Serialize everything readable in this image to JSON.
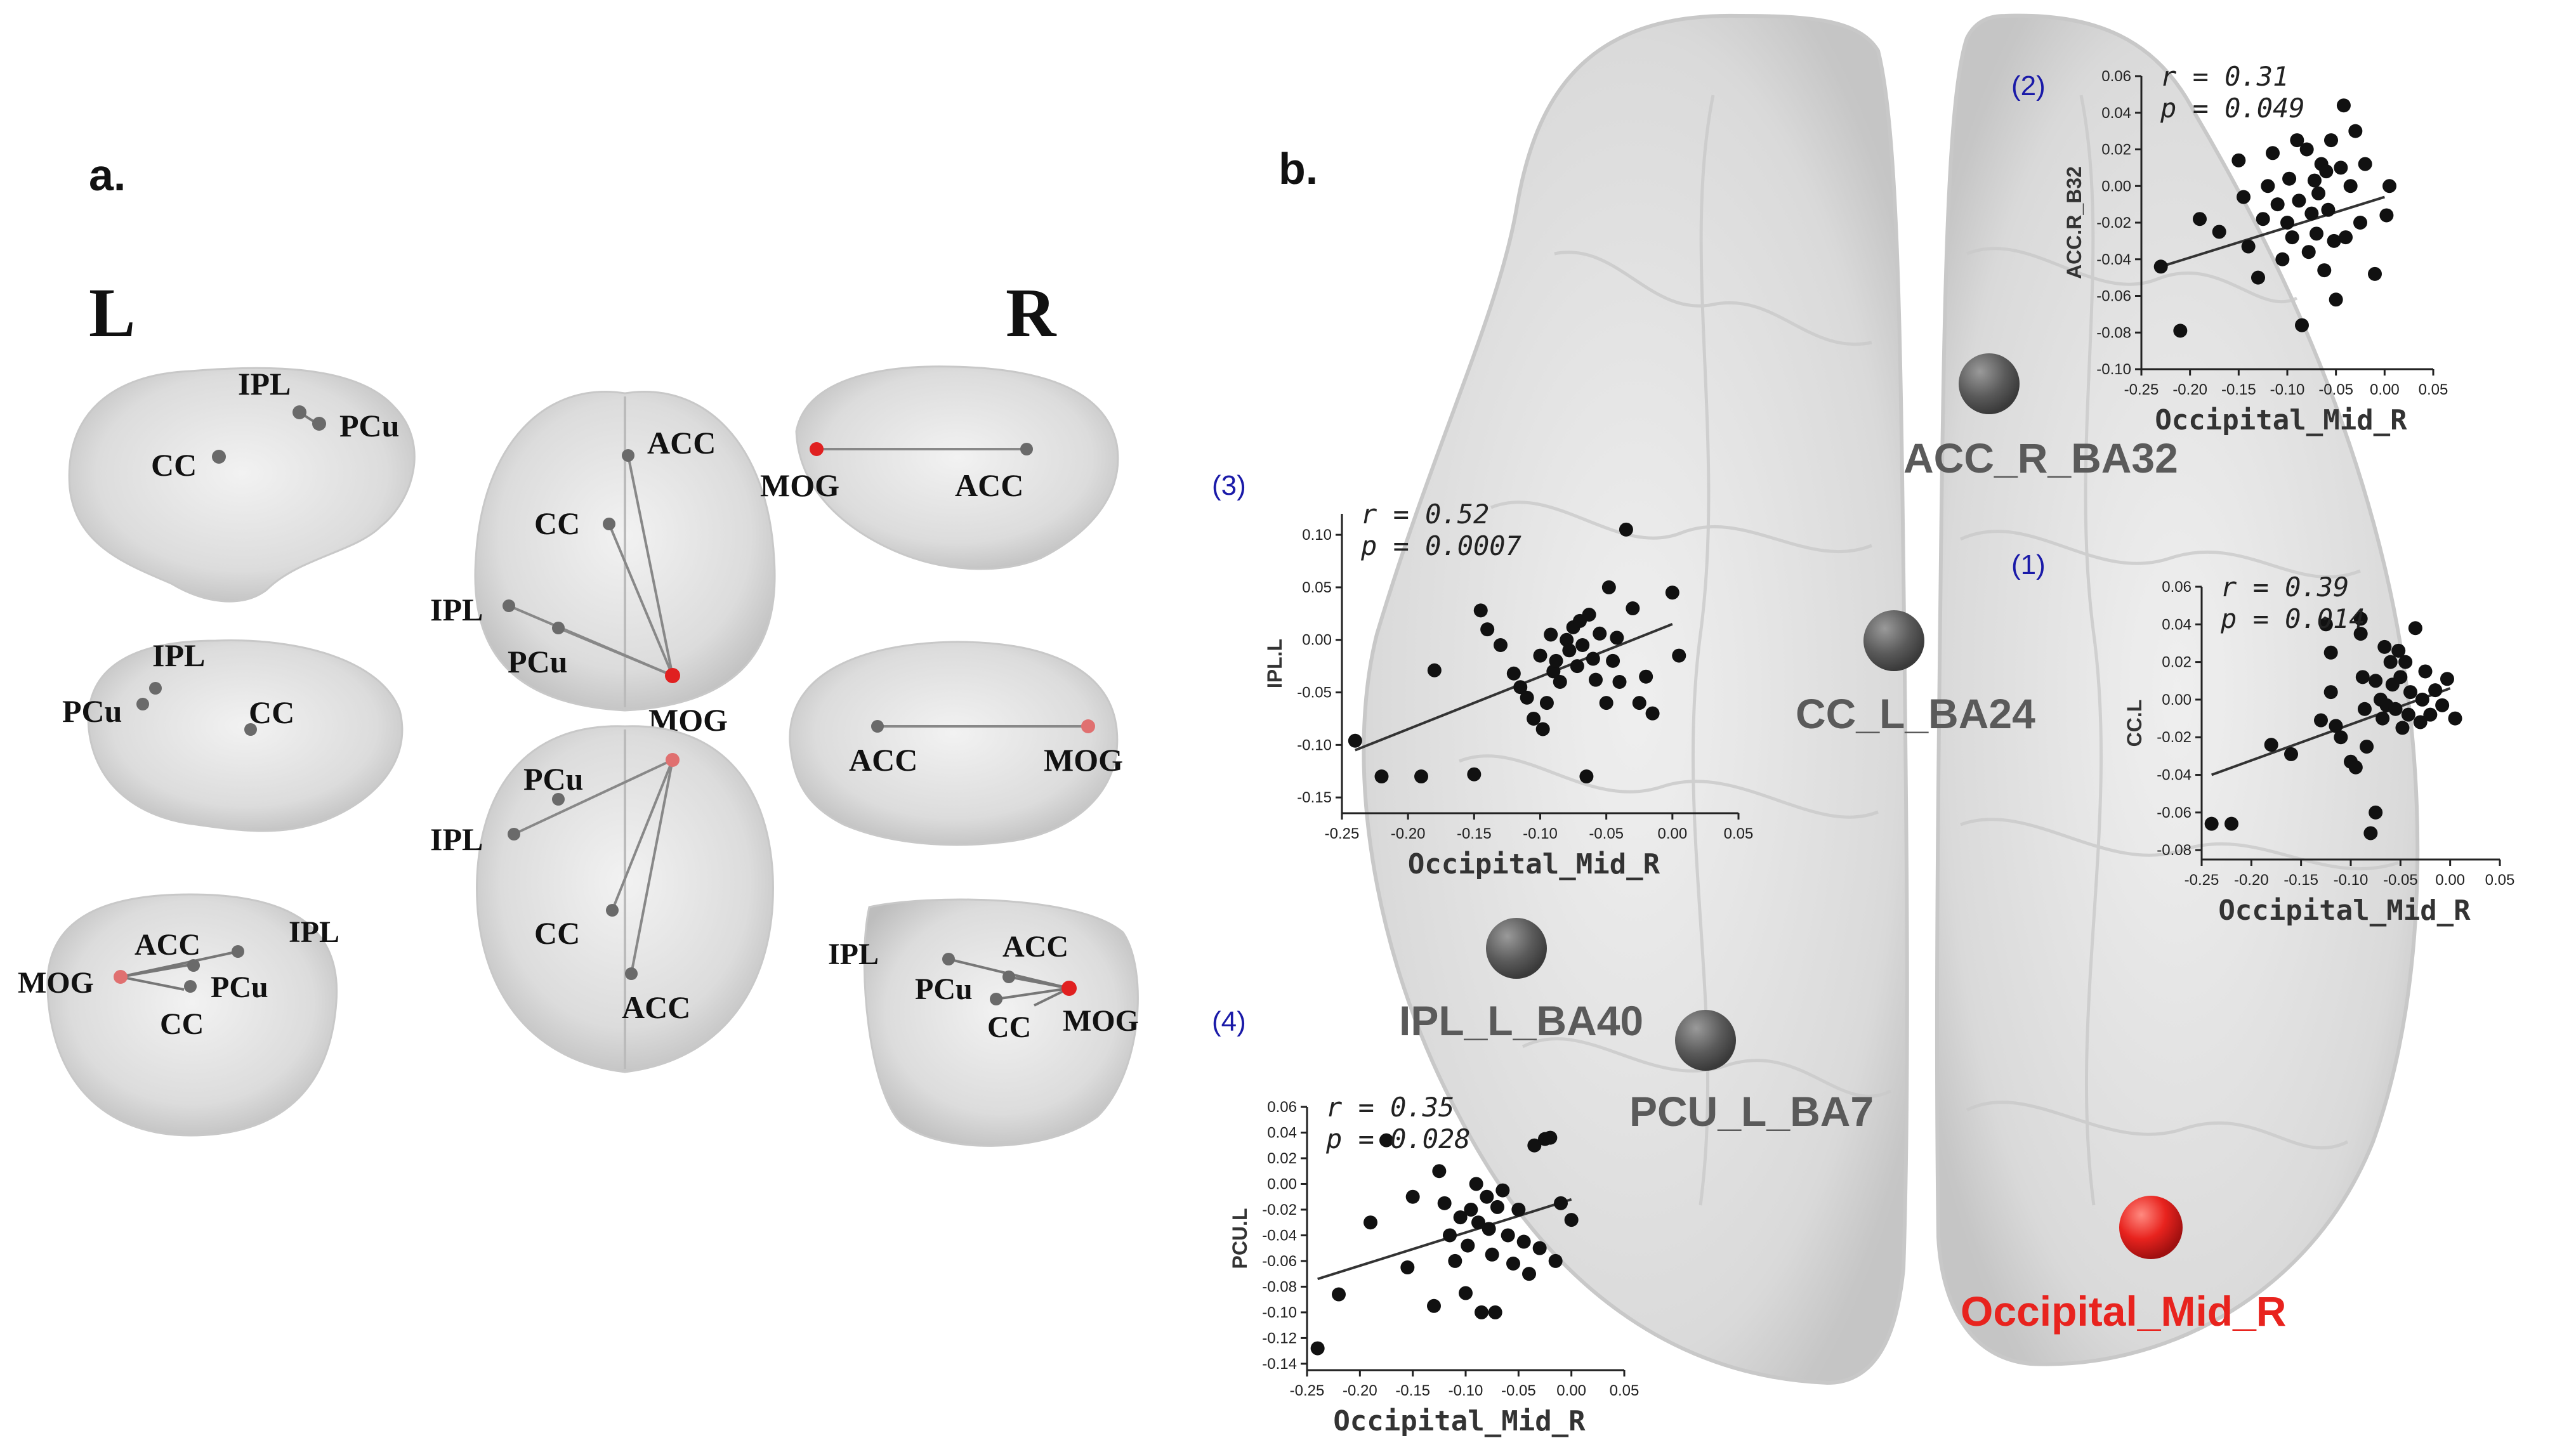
{
  "panel_a": {
    "label": "a.",
    "side_left": "L",
    "side_right": "R",
    "views": {
      "left_lateral": {
        "nodes": [
          "IPL",
          "PCu",
          "CC"
        ]
      },
      "left_medial": {
        "nodes": [
          "IPL",
          "PCu",
          "CC"
        ]
      },
      "posterior_left": {
        "nodes": [
          "ACC",
          "IPL",
          "MOG",
          "PCu",
          "CC"
        ]
      },
      "axial_top": {
        "nodes": [
          "ACC",
          "CC",
          "IPL",
          "PCu",
          "MOG"
        ]
      },
      "axial_bottom": {
        "nodes": [
          "PCu",
          "IPL",
          "CC",
          "ACC"
        ]
      },
      "right_lateral": {
        "nodes": [
          "MOG",
          "ACC"
        ]
      },
      "right_medial": {
        "nodes": [
          "ACC",
          "MOG"
        ]
      },
      "posterior_right": {
        "nodes": [
          "IPL",
          "ACC",
          "PCu",
          "CC",
          "MOG"
        ]
      }
    }
  },
  "panel_b": {
    "label": "b.",
    "regions": {
      "acc": "ACC_R_BA32",
      "cc": "CC_L_BA24",
      "ipl": "IPL_L_BA40",
      "pcu": "PCU_L_BA7",
      "mog": "Occipital_Mid_R"
    },
    "colors": {
      "region_gray": "#5a5a5a",
      "mog_red": "#e8231e",
      "index_blue": "#1a1aa8"
    }
  },
  "chart_data": [
    {
      "type": "scatter",
      "index": "(1)",
      "stats_r": "r = 0.39",
      "stats_p": "p = 0.014",
      "xlabel": "Occipital_Mid_R",
      "ylabel": "CC.L",
      "xlim": [
        -0.25,
        0.05
      ],
      "ylim": [
        -0.085,
        0.06
      ],
      "xticks": [
        "-0.25",
        "-0.20",
        "-0.15",
        "-0.10",
        "-0.05",
        "0.00",
        "0.05"
      ],
      "xtick_values": [
        -0.25,
        -0.2,
        -0.15,
        -0.1,
        -0.05,
        0.0,
        0.05
      ],
      "yticks": [
        "0.06",
        "0.04",
        "0.02",
        "0.00",
        "-0.02",
        "-0.04",
        "-0.06",
        "-0.08"
      ],
      "ytick_values": [
        0.06,
        0.04,
        0.02,
        0.0,
        -0.02,
        -0.04,
        -0.06,
        -0.08
      ],
      "fit": {
        "x": [
          -0.24,
          0.0
        ],
        "y": [
          -0.04,
          0.006
        ]
      },
      "points": [
        [
          -0.24,
          -0.066
        ],
        [
          -0.22,
          -0.066
        ],
        [
          -0.18,
          -0.024
        ],
        [
          -0.16,
          -0.029
        ],
        [
          -0.13,
          -0.011
        ],
        [
          -0.125,
          0.04
        ],
        [
          -0.12,
          0.025
        ],
        [
          -0.12,
          0.004
        ],
        [
          -0.115,
          -0.014
        ],
        [
          -0.11,
          -0.02
        ],
        [
          -0.1,
          -0.033
        ],
        [
          -0.095,
          -0.036
        ],
        [
          -0.09,
          0.043
        ],
        [
          -0.09,
          0.035
        ],
        [
          -0.088,
          0.012
        ],
        [
          -0.086,
          -0.005
        ],
        [
          -0.084,
          -0.025
        ],
        [
          -0.08,
          -0.071
        ],
        [
          -0.075,
          -0.06
        ],
        [
          -0.075,
          0.01
        ],
        [
          -0.07,
          0.0
        ],
        [
          -0.068,
          -0.01
        ],
        [
          -0.066,
          0.028
        ],
        [
          -0.064,
          -0.003
        ],
        [
          -0.06,
          0.02
        ],
        [
          -0.058,
          0.008
        ],
        [
          -0.055,
          -0.005
        ],
        [
          -0.052,
          0.026
        ],
        [
          -0.05,
          0.012
        ],
        [
          -0.048,
          -0.015
        ],
        [
          -0.045,
          0.02
        ],
        [
          -0.042,
          -0.008
        ],
        [
          -0.04,
          0.004
        ],
        [
          -0.035,
          0.038
        ],
        [
          -0.03,
          -0.012
        ],
        [
          -0.028,
          0.0
        ],
        [
          -0.025,
          0.015
        ],
        [
          -0.02,
          -0.008
        ],
        [
          -0.015,
          0.005
        ],
        [
          -0.008,
          -0.003
        ],
        [
          -0.003,
          0.011
        ],
        [
          0.005,
          -0.01
        ]
      ]
    },
    {
      "type": "scatter",
      "index": "(2)",
      "stats_r": "r = 0.31",
      "stats_p": "p = 0.049",
      "xlabel": "Occipital_Mid_R",
      "ylabel": "ACC.R_B32",
      "xlim": [
        -0.25,
        0.05
      ],
      "ylim": [
        -0.1,
        0.06
      ],
      "xticks": [
        "-0.25",
        "-0.20",
        "-0.15",
        "-0.10",
        "-0.05",
        "0.00",
        "0.05"
      ],
      "xtick_values": [
        -0.25,
        -0.2,
        -0.15,
        -0.1,
        -0.05,
        0.0,
        0.05
      ],
      "yticks": [
        "0.06",
        "0.04",
        "0.02",
        "0.00",
        "-0.02",
        "-0.04",
        "-0.06",
        "-0.08",
        "-0.10"
      ],
      "ytick_values": [
        0.06,
        0.04,
        0.02,
        0.0,
        -0.02,
        -0.04,
        -0.06,
        -0.08,
        -0.1
      ],
      "fit": {
        "x": [
          -0.23,
          0.0
        ],
        "y": [
          -0.044,
          -0.006
        ]
      },
      "points": [
        [
          -0.23,
          -0.044
        ],
        [
          -0.21,
          -0.079
        ],
        [
          -0.19,
          -0.018
        ],
        [
          -0.17,
          -0.025
        ],
        [
          -0.15,
          0.014
        ],
        [
          -0.145,
          -0.006
        ],
        [
          -0.14,
          -0.033
        ],
        [
          -0.13,
          -0.05
        ],
        [
          -0.125,
          -0.018
        ],
        [
          -0.12,
          0.0
        ],
        [
          -0.115,
          0.018
        ],
        [
          -0.11,
          -0.01
        ],
        [
          -0.105,
          -0.04
        ],
        [
          -0.1,
          -0.02
        ],
        [
          -0.098,
          0.004
        ],
        [
          -0.095,
          -0.028
        ],
        [
          -0.09,
          0.025
        ],
        [
          -0.088,
          -0.008
        ],
        [
          -0.085,
          -0.076
        ],
        [
          -0.08,
          0.02
        ],
        [
          -0.078,
          -0.036
        ],
        [
          -0.075,
          -0.015
        ],
        [
          -0.072,
          0.003
        ],
        [
          -0.07,
          -0.026
        ],
        [
          -0.068,
          -0.004
        ],
        [
          -0.065,
          0.012
        ],
        [
          -0.062,
          -0.046
        ],
        [
          -0.06,
          0.008
        ],
        [
          -0.058,
          -0.013
        ],
        [
          -0.055,
          0.025
        ],
        [
          -0.052,
          -0.03
        ],
        [
          -0.05,
          -0.062
        ],
        [
          -0.045,
          0.01
        ],
        [
          -0.042,
          0.044
        ],
        [
          -0.04,
          -0.028
        ],
        [
          -0.035,
          0.0
        ],
        [
          -0.03,
          0.03
        ],
        [
          -0.025,
          -0.02
        ],
        [
          -0.02,
          0.012
        ],
        [
          -0.01,
          -0.048
        ],
        [
          0.002,
          -0.016
        ],
        [
          0.005,
          0.0
        ]
      ]
    },
    {
      "type": "scatter",
      "index": "(3)",
      "stats_r": "r = 0.52",
      "stats_p": "p = 0.0007",
      "xlabel": "Occipital_Mid_R",
      "ylabel": "IPL.L",
      "xlim": [
        -0.25,
        0.05
      ],
      "ylim": [
        -0.165,
        0.12
      ],
      "xticks": [
        "-0.25",
        "-0.20",
        "-0.15",
        "-0.10",
        "-0.05",
        "0.00",
        "0.05"
      ],
      "xtick_values": [
        -0.25,
        -0.2,
        -0.15,
        -0.1,
        -0.05,
        0.0,
        0.05
      ],
      "yticks": [
        "0.10",
        "0.05",
        "0.00",
        "-0.05",
        "-0.10",
        "-0.15"
      ],
      "ytick_values": [
        0.1,
        0.05,
        0.0,
        -0.05,
        -0.1,
        -0.15
      ],
      "fit": {
        "x": [
          -0.24,
          0.0
        ],
        "y": [
          -0.105,
          0.015
        ]
      },
      "points": [
        [
          -0.24,
          -0.096
        ],
        [
          -0.22,
          -0.13
        ],
        [
          -0.19,
          -0.13
        ],
        [
          -0.18,
          -0.029
        ],
        [
          -0.15,
          -0.128
        ],
        [
          -0.145,
          0.028
        ],
        [
          -0.14,
          0.01
        ],
        [
          -0.13,
          -0.005
        ],
        [
          -0.12,
          -0.032
        ],
        [
          -0.115,
          -0.045
        ],
        [
          -0.11,
          -0.055
        ],
        [
          -0.105,
          -0.075
        ],
        [
          -0.1,
          -0.015
        ],
        [
          -0.098,
          -0.085
        ],
        [
          -0.095,
          -0.06
        ],
        [
          -0.092,
          0.005
        ],
        [
          -0.09,
          -0.03
        ],
        [
          -0.088,
          -0.02
        ],
        [
          -0.085,
          -0.04
        ],
        [
          -0.08,
          0.0
        ],
        [
          -0.078,
          -0.01
        ],
        [
          -0.075,
          0.012
        ],
        [
          -0.072,
          -0.025
        ],
        [
          -0.07,
          0.018
        ],
        [
          -0.068,
          -0.005
        ],
        [
          -0.065,
          -0.13
        ],
        [
          -0.063,
          0.024
        ],
        [
          -0.06,
          -0.018
        ],
        [
          -0.058,
          -0.038
        ],
        [
          -0.055,
          0.006
        ],
        [
          -0.05,
          -0.06
        ],
        [
          -0.048,
          0.05
        ],
        [
          -0.045,
          -0.02
        ],
        [
          -0.042,
          0.002
        ],
        [
          -0.04,
          -0.04
        ],
        [
          -0.035,
          0.105
        ],
        [
          -0.03,
          0.03
        ],
        [
          -0.025,
          -0.06
        ],
        [
          -0.02,
          -0.035
        ],
        [
          -0.015,
          -0.07
        ],
        [
          0.0,
          0.045
        ],
        [
          0.005,
          -0.015
        ]
      ]
    },
    {
      "type": "scatter",
      "index": "(4)",
      "stats_r": "r = 0.35",
      "stats_p": "p = 0.028",
      "xlabel": "Occipital_Mid_R",
      "ylabel": "PCU.L",
      "xlim": [
        -0.25,
        0.05
      ],
      "ylim": [
        -0.145,
        0.06
      ],
      "xticks": [
        "-0.25",
        "-0.20",
        "-0.15",
        "-0.10",
        "-0.05",
        "0.00",
        "0.05"
      ],
      "xtick_values": [
        -0.25,
        -0.2,
        -0.15,
        -0.1,
        -0.05,
        0.0,
        0.05
      ],
      "yticks": [
        "0.06",
        "0.04",
        "0.02",
        "0.00",
        "-0.02",
        "-0.04",
        "-0.06",
        "-0.08",
        "-0.10",
        "-0.12",
        "-0.14"
      ],
      "ytick_values": [
        0.06,
        0.04,
        0.02,
        0.0,
        -0.02,
        -0.04,
        -0.06,
        -0.08,
        -0.1,
        -0.12,
        -0.14
      ],
      "fit": {
        "x": [
          -0.24,
          0.0
        ],
        "y": [
          -0.074,
          -0.012
        ]
      },
      "points": [
        [
          -0.24,
          -0.128
        ],
        [
          -0.22,
          -0.086
        ],
        [
          -0.19,
          -0.03
        ],
        [
          -0.175,
          0.034
        ],
        [
          -0.155,
          -0.065
        ],
        [
          -0.15,
          -0.01
        ],
        [
          -0.13,
          -0.095
        ],
        [
          -0.125,
          0.01
        ],
        [
          -0.12,
          -0.015
        ],
        [
          -0.115,
          -0.04
        ],
        [
          -0.11,
          -0.06
        ],
        [
          -0.105,
          -0.026
        ],
        [
          -0.1,
          -0.085
        ],
        [
          -0.098,
          -0.048
        ],
        [
          -0.095,
          -0.02
        ],
        [
          -0.09,
          0.0
        ],
        [
          -0.088,
          -0.03
        ],
        [
          -0.085,
          -0.1
        ],
        [
          -0.08,
          -0.01
        ],
        [
          -0.078,
          -0.035
        ],
        [
          -0.075,
          -0.055
        ],
        [
          -0.072,
          -0.1
        ],
        [
          -0.07,
          -0.018
        ],
        [
          -0.065,
          -0.005
        ],
        [
          -0.06,
          -0.04
        ],
        [
          -0.055,
          -0.062
        ],
        [
          -0.05,
          -0.02
        ],
        [
          -0.045,
          -0.045
        ],
        [
          -0.04,
          -0.07
        ],
        [
          -0.035,
          0.03
        ],
        [
          -0.03,
          -0.05
        ],
        [
          -0.025,
          0.035
        ],
        [
          -0.02,
          0.036
        ],
        [
          -0.015,
          -0.06
        ],
        [
          -0.01,
          -0.015
        ],
        [
          0.0,
          -0.028
        ]
      ]
    }
  ]
}
